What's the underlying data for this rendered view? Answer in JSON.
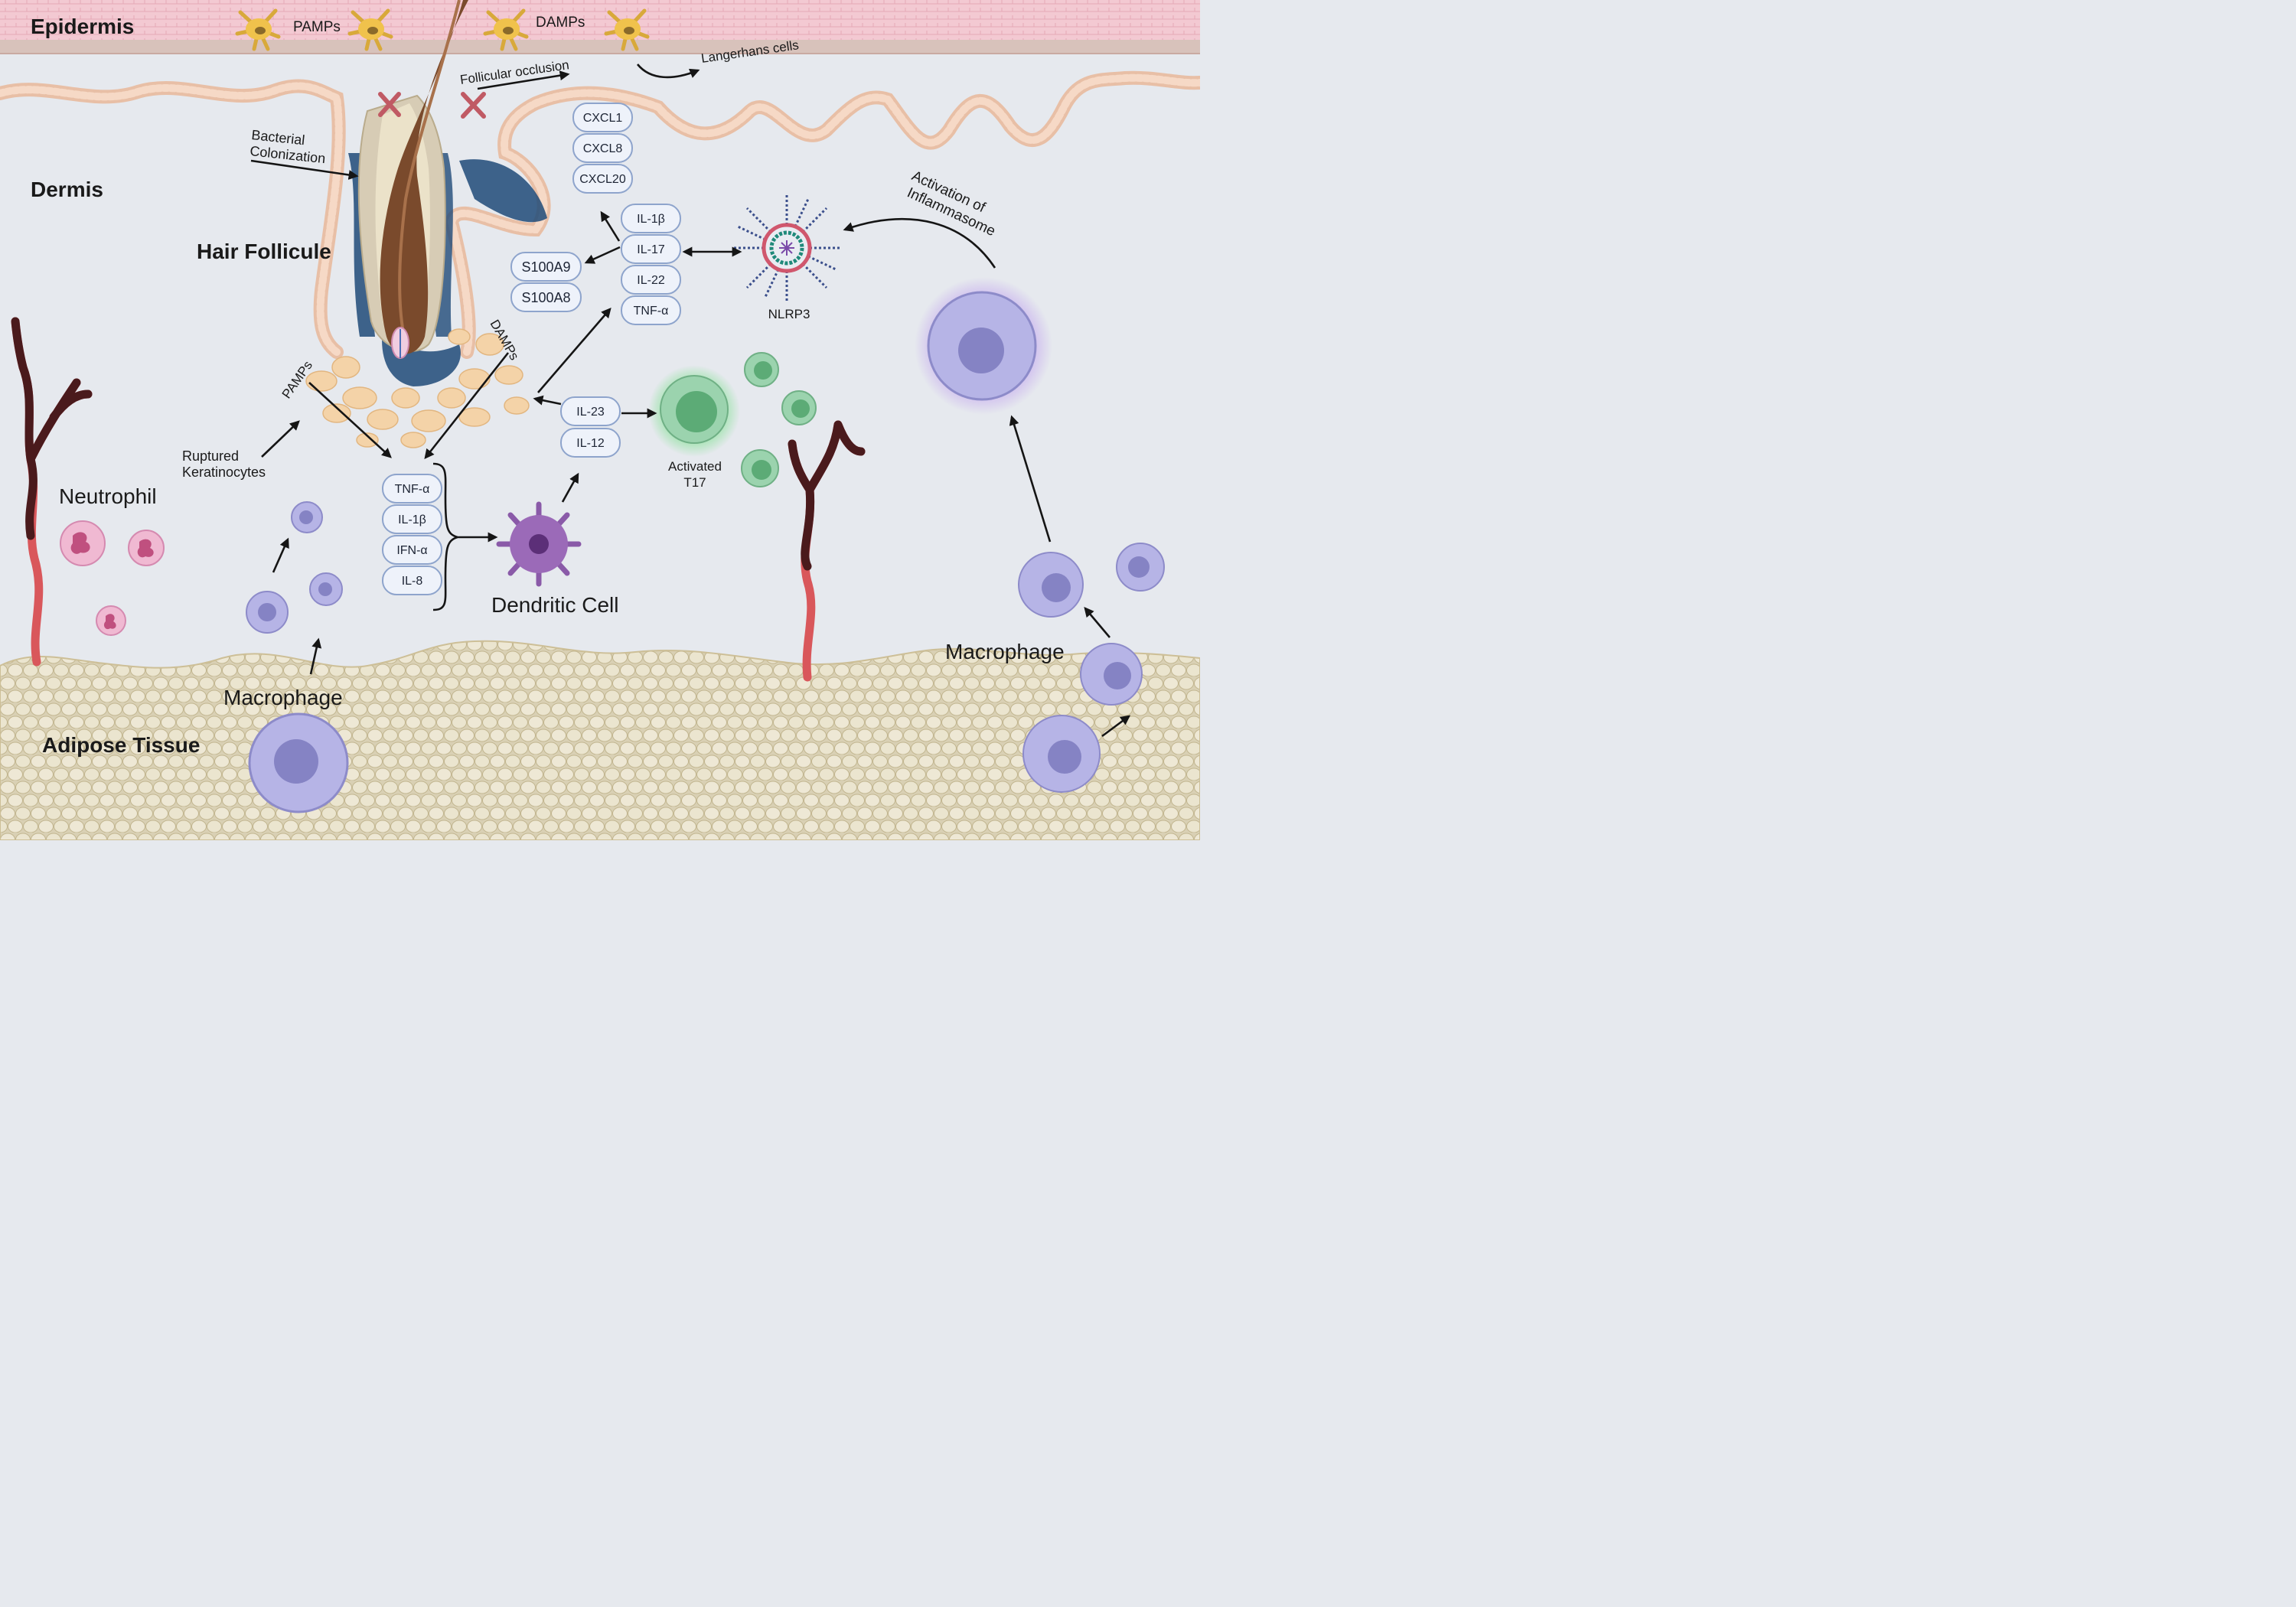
{
  "layers": {
    "epidermis": "Epidermis",
    "dermis": "Dermis",
    "hair_follicle": "Hair Follicule",
    "adipose": "Adipose Tissue"
  },
  "labels": {
    "pamps_top": "PAMPs",
    "damps_top": "DAMPs",
    "langerhans": "Langerhans cells",
    "occlusion": "Follicular occlusion",
    "bacterial_1": "Bacterial",
    "bacterial_2": "Colonization",
    "pamps_mid": "PAMPs",
    "damps_mid": "DAMPs",
    "ruptured_1": "Ruptured",
    "ruptured_2": "Keratinocytes",
    "neutrophil": "Neutrophil",
    "macrophage_left": "Macrophage",
    "macrophage_right": "Macrophage",
    "dendritic": "Dendritic Cell",
    "t17_1": "Activated",
    "t17_2": "T17",
    "nlrp3": "NLRP3",
    "inflam_1": "Activation of",
    "inflam_2": "Inflammasome"
  },
  "chemokines": [
    "CXCL1",
    "CXCL8",
    "CXCL20"
  ],
  "th17_cytokines": [
    "IL-1β",
    "IL-17",
    "IL-22",
    "TNF-α"
  ],
  "s100": [
    "S100A9",
    "S100A8"
  ],
  "dc_cytokines": [
    "IL-23",
    "IL-12"
  ],
  "early_cytokines": [
    "TNF-α",
    "IL-1β",
    "IFN-α",
    "IL-8"
  ],
  "colors": {
    "epidermis": "#f2c2cc",
    "dermis_bg": "#e6e9ee",
    "fat": "#ece6d2",
    "macrophage": "#a9a8dc",
    "t17": "#7fc49a",
    "dendritic": "#8a5aa8",
    "neutrophil": "#e8a7c4",
    "vessel": "#d9575b",
    "bacteria": "#1f4a78"
  }
}
